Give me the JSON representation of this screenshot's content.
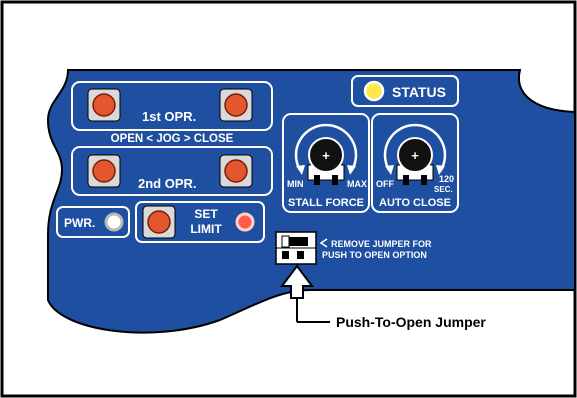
{
  "panel": {
    "status_label": "STATUS",
    "opr1_label": "1st  OPR.",
    "jog_label": "OPEN  <  JOG  >  CLOSE",
    "opr2_label": "2nd  OPR.",
    "pwr_label": "PWR.",
    "set_label": "SET",
    "limit_label": "LIMIT",
    "stall_force": {
      "label": "STALL FORCE",
      "min": "MIN",
      "max": "MAX"
    },
    "auto_close": {
      "label": "AUTO CLOSE",
      "off": "OFF",
      "max_value": "120",
      "max_unit": "SEC."
    },
    "jumper_note_line1": "REMOVE JUMPER FOR",
    "jumper_note_line2": "PUSH TO OPEN OPTION",
    "jumper_callout": "Push-To-Open Jumper"
  },
  "colors": {
    "panel_blue": "#1f4fa0",
    "button_orange": "#e4572e",
    "status_led": "#ffe94a",
    "limit_led": "#ff5b4a",
    "pwr_led": "#ffffff",
    "outline_white": "#ffffff"
  },
  "icons": [
    "led-icon",
    "push-button-icon",
    "potentiometer-icon",
    "jumper-icon",
    "arrow-icon"
  ]
}
